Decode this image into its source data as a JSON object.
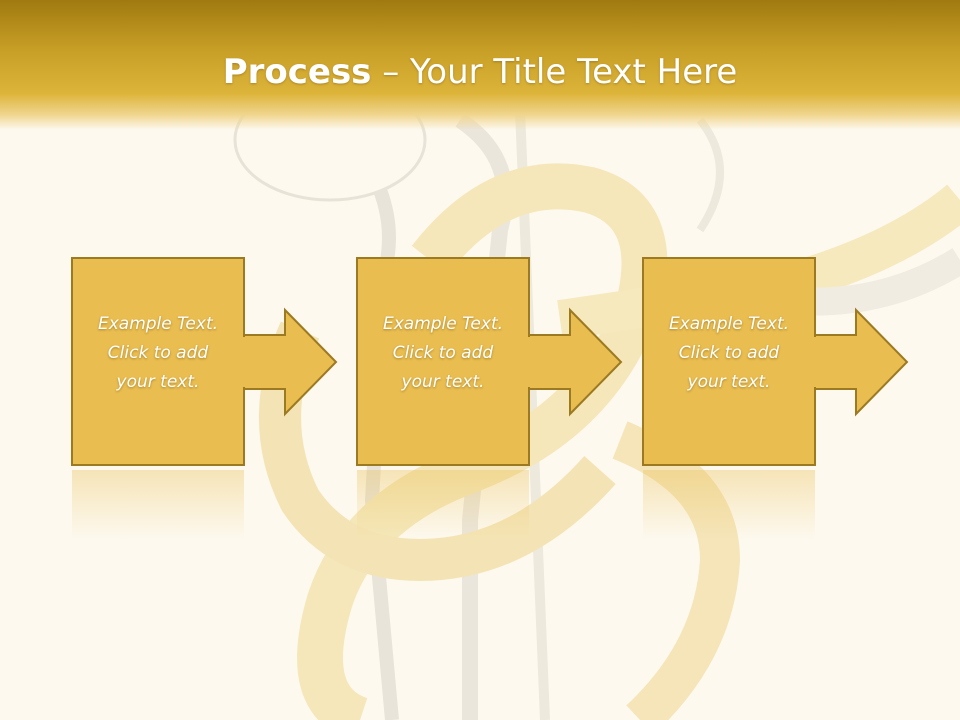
{
  "slide": {
    "title_bold": "Process",
    "title_rest": " – Your Title Text Here"
  },
  "steps": [
    {
      "lines": [
        "Example Text.",
        "Click  to add",
        "your text."
      ]
    },
    {
      "lines": [
        "Example Text.",
        "Click  to add",
        "your text."
      ]
    },
    {
      "lines": [
        "Example Text.",
        "Click  to add",
        "your text."
      ]
    }
  ],
  "colors": {
    "header_gold": "#c9a027",
    "box_fill": "#e9bd4f",
    "box_border": "#9c7a22",
    "background": "#fdf9ef"
  }
}
